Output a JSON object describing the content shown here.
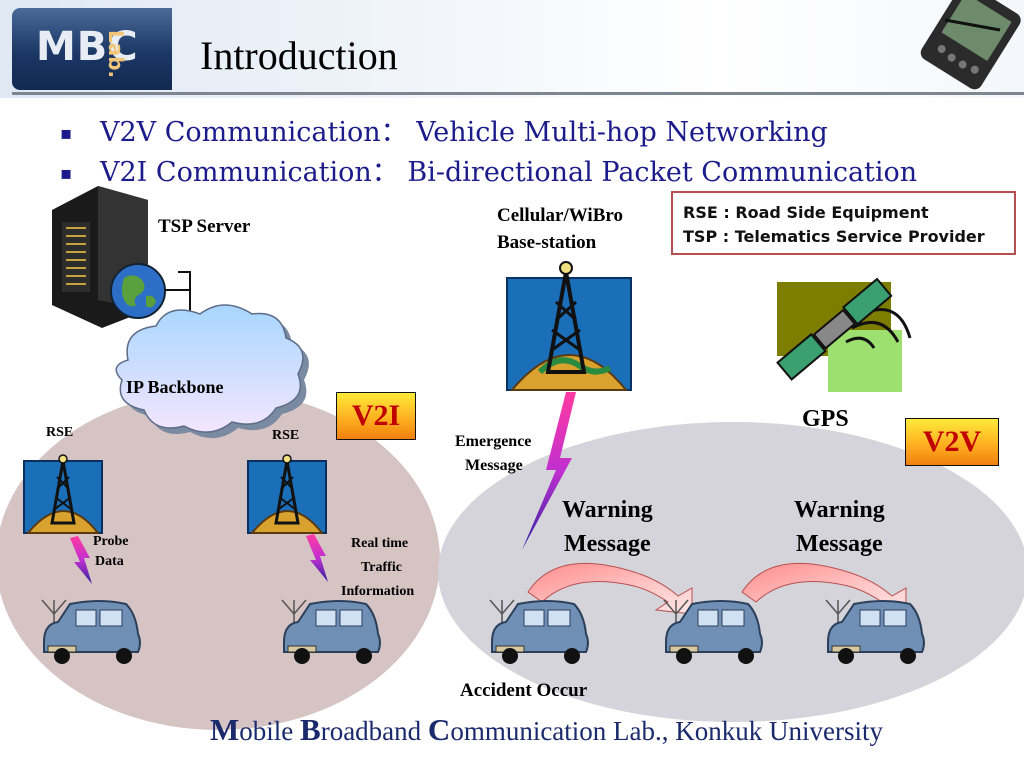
{
  "header": {
    "logo_text": "MBC",
    "logo_lab": "Lab.",
    "title": "Introduction"
  },
  "bullets": [
    {
      "marker": "▪",
      "text": "V2V Communication： Vehicle Multi-hop Networking"
    },
    {
      "marker": "▪",
      "text": "V2I Communication： Bi-directional Packet Communication"
    }
  ],
  "legend": {
    "line1": "RSE : Road Side Equipment",
    "line2": "TSP : Telematics Service Provider"
  },
  "diagram": {
    "tsp_server": "TSP Server",
    "base_station_line1": "Cellular/WiBro",
    "base_station_line2": "Base-station",
    "ip_backbone": "IP Backbone",
    "gps": "GPS",
    "v2i_badge": "V2I",
    "v2v_badge": "V2V",
    "rse_left": "RSE",
    "rse_right": "RSE",
    "probe_data_line1": "Probe",
    "probe_data_line2": "Data",
    "realtime_line1": "Real time",
    "realtime_line2": "Traffic",
    "realtime_line3": "Information",
    "emergence_line1": "Emergence",
    "emergence_line2": "Message",
    "warning1_line1": "Warning",
    "warning1_line2": "Message",
    "warning2_line1": "Warning",
    "warning2_line2": "Message",
    "accident": "Accident Occur"
  },
  "footer": {
    "m": "M",
    "obile": "obile ",
    "b": "B",
    "roadband": "roadband ",
    "c": "C",
    "ommunication": "ommunication Lab., Konkuk University"
  },
  "colors": {
    "header_blue": "#1b3764",
    "bullet_text": "#1b1b8c",
    "legend_border": "#b45050",
    "badge_text": "#c00000",
    "v2i_region": "#d6c4c4",
    "v2v_region": "#d4d4da",
    "warning_arrow": "#ff9a9a",
    "footer_text": "#1a2a6c"
  }
}
